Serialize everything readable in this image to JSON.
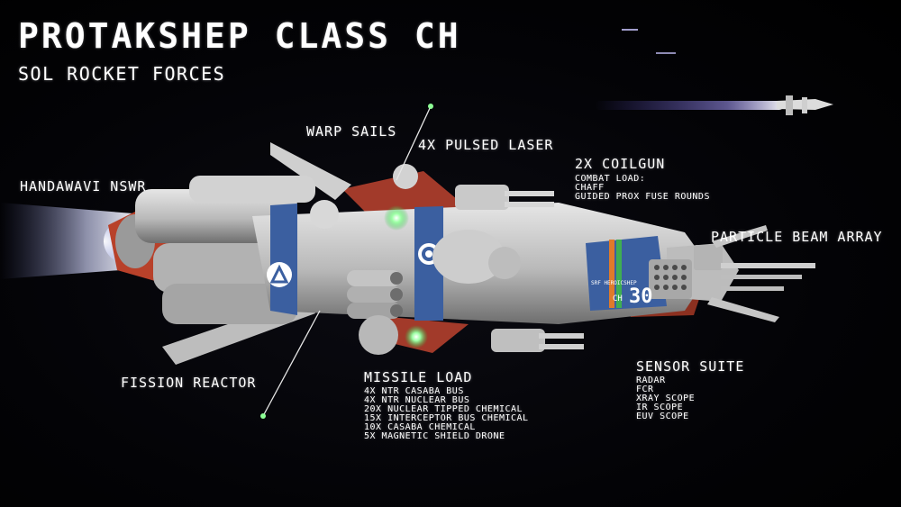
{
  "header": {
    "title": "PROTAKSHEP CLASS CH",
    "subtitle": "SOL ROCKET FORCES"
  },
  "callouts": {
    "warp_sails": "WARP SAILS",
    "pulsed_laser": "4X PULSED LASER",
    "coilgun_title": "2X COILGUN",
    "coilgun_lines": [
      "COMBAT LOAD:",
      "CHAFF",
      "GUIDED PROX FUSE ROUNDS"
    ],
    "drive": "HANDAWAVI NSWR",
    "particle_beam": "PARTICLE BEAM ARRAY",
    "fission_reactor": "FISSION REACTOR",
    "missile_title": "MISSILE LOAD",
    "missile_lines": [
      "4X NTR CASABA BUS",
      "4X NTR NUCLEAR BUS",
      "20X NUCLEAR TIPPED CHEMICAL",
      "15X INTERCEPTOR BUS CHEMICAL",
      "10X CASABA CHEMICAL",
      "5X MAGNETIC SHIELD DRONE"
    ],
    "sensor_title": "SENSOR SUITE",
    "sensor_lines": [
      "RADAR",
      "FCR",
      "XRAY SCOPE",
      "IR SCOPE",
      "EUV SCOPE"
    ]
  },
  "hull_markings": {
    "name_text": "SRF HEROICSHEP",
    "class_text": "CH",
    "number": "30"
  },
  "colors": {
    "hull": "#c8c8c8",
    "hull_shadow": "#8a8a8a",
    "stripe": "#3b5fa0",
    "accent_red": "#b8412a",
    "glow_green": "#7dff8a",
    "exhaust": "#d8dcff"
  },
  "icons": {
    "roundel": "circle-roundel-icon",
    "triangle": "triangle-insignia-icon"
  }
}
